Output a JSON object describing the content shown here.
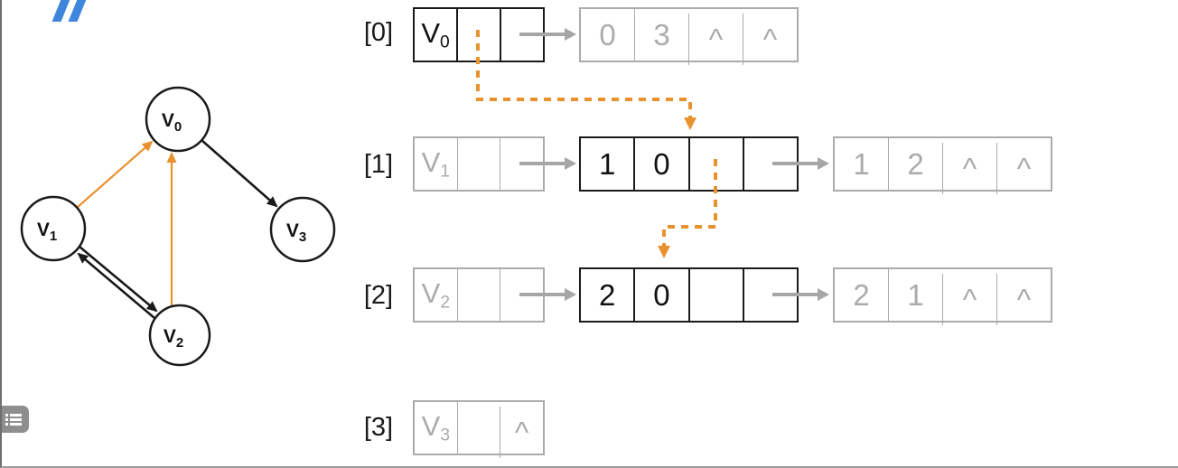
{
  "title": "adjacency list diagram",
  "colors": {
    "orange": "#E8922E",
    "black": "#1a1a1a",
    "gray_box": "#ABABAB",
    "arrow_gray": "#A6A6A6",
    "logo_blue": "#3E86DB",
    "button_gray": "#8E8E8E"
  },
  "logo": {
    "icon": "double-slash-logo"
  },
  "toolbar": {
    "outline_button_icon": "list-icon"
  },
  "graph": {
    "nodes": [
      {
        "v": "V",
        "sub": "0"
      },
      {
        "v": "V",
        "sub": "1"
      },
      {
        "v": "V",
        "sub": "2"
      },
      {
        "v": "V",
        "sub": "3"
      }
    ],
    "edges": [
      {
        "from": "V1",
        "to": "V0",
        "color": "orange"
      },
      {
        "from": "V2",
        "to": "V0",
        "color": "orange"
      },
      {
        "from": "V0",
        "to": "V3",
        "color": "black"
      },
      {
        "from": "V1",
        "to": "V2",
        "color": "black"
      },
      {
        "from": "V2",
        "to": "V1",
        "color": "black"
      }
    ]
  },
  "rows": [
    {
      "index": "[0]",
      "node": {
        "v": "V",
        "sub": "0",
        "cell2": "",
        "cell3": ""
      },
      "arr1": {
        "c1": "0",
        "c2": "3",
        "c3": "^",
        "c4": "^"
      }
    },
    {
      "index": "[1]",
      "node": {
        "v": "V",
        "sub": "1",
        "cell2": "",
        "cell3": ""
      },
      "arr1": {
        "c1": "1",
        "c2": "0",
        "c3": "",
        "c4": ""
      },
      "arr2": {
        "c1": "1",
        "c2": "2",
        "c3": "^",
        "c4": "^"
      }
    },
    {
      "index": "[2]",
      "node": {
        "v": "V",
        "sub": "2",
        "cell2": "",
        "cell3": ""
      },
      "arr1": {
        "c1": "2",
        "c2": "0",
        "c3": "",
        "c4": ""
      },
      "arr2": {
        "c1": "2",
        "c2": "1",
        "c3": "^",
        "c4": "^"
      }
    },
    {
      "index": "[3]",
      "node": {
        "v": "V",
        "sub": "3",
        "cell2": "",
        "cell3": "^"
      }
    }
  ]
}
